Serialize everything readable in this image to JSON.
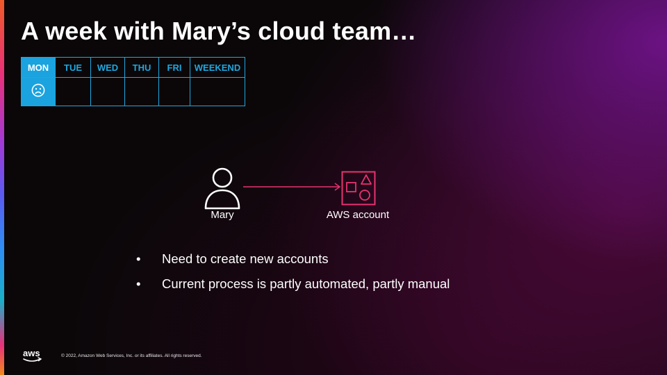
{
  "slide": {
    "title": "A week with Mary’s cloud team…"
  },
  "week_table": {
    "days": [
      "MON",
      "TUE",
      "WED",
      "THU",
      "FRI",
      "WEEKEND"
    ],
    "active_day": "MON",
    "mon_status_icon": "frown-face-icon"
  },
  "diagram": {
    "person_label": "Mary",
    "account_label": "AWS account",
    "colors": {
      "account": "#e8336e",
      "arrow": "#e8336e"
    }
  },
  "bullets": [
    "Need to create new accounts",
    "Current process is partly automated, partly manual"
  ],
  "bullet_char": "•",
  "footer": {
    "logo_text": "aws",
    "copyright": "© 2022, Amazon Web Services, Inc. or its affiliates. All rights reserved."
  },
  "colors": {
    "table_border": "#1ea8e0",
    "table_active_bg": "#1aa3df"
  }
}
